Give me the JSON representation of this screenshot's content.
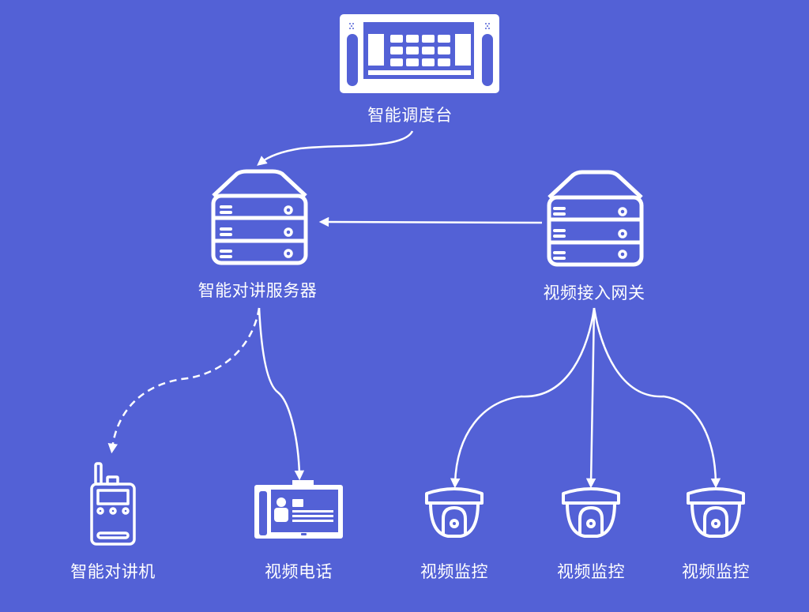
{
  "diagram": {
    "background": "#5361d6",
    "stroke": "#ffffff",
    "nodes": {
      "dispatch_console": {
        "label": "智能调度台",
        "icon": "dispatch-console-icon"
      },
      "intercom_server": {
        "label": "智能对讲服务器",
        "icon": "server-icon"
      },
      "video_gateway": {
        "label": "视频接入网关",
        "icon": "server-icon"
      },
      "walkie_talkie": {
        "label": "智能对讲机",
        "icon": "walkie-talkie-icon"
      },
      "video_phone": {
        "label": "视频电话",
        "icon": "video-phone-icon"
      },
      "camera_1": {
        "label": "视频监控",
        "icon": "dome-camera-icon"
      },
      "camera_2": {
        "label": "视频监控",
        "icon": "dome-camera-icon"
      },
      "camera_3": {
        "label": "视频监控",
        "icon": "dome-camera-icon"
      }
    },
    "edges": [
      {
        "from": "dispatch_console",
        "to": "intercom_server",
        "style": "solid"
      },
      {
        "from": "video_gateway",
        "to": "intercom_server",
        "style": "solid"
      },
      {
        "from": "intercom_server",
        "to": "walkie_talkie",
        "style": "dashed"
      },
      {
        "from": "intercom_server",
        "to": "video_phone",
        "style": "solid"
      },
      {
        "from": "video_gateway",
        "to": "camera_1",
        "style": "solid"
      },
      {
        "from": "video_gateway",
        "to": "camera_2",
        "style": "solid"
      },
      {
        "from": "video_gateway",
        "to": "camera_3",
        "style": "solid"
      }
    ]
  }
}
